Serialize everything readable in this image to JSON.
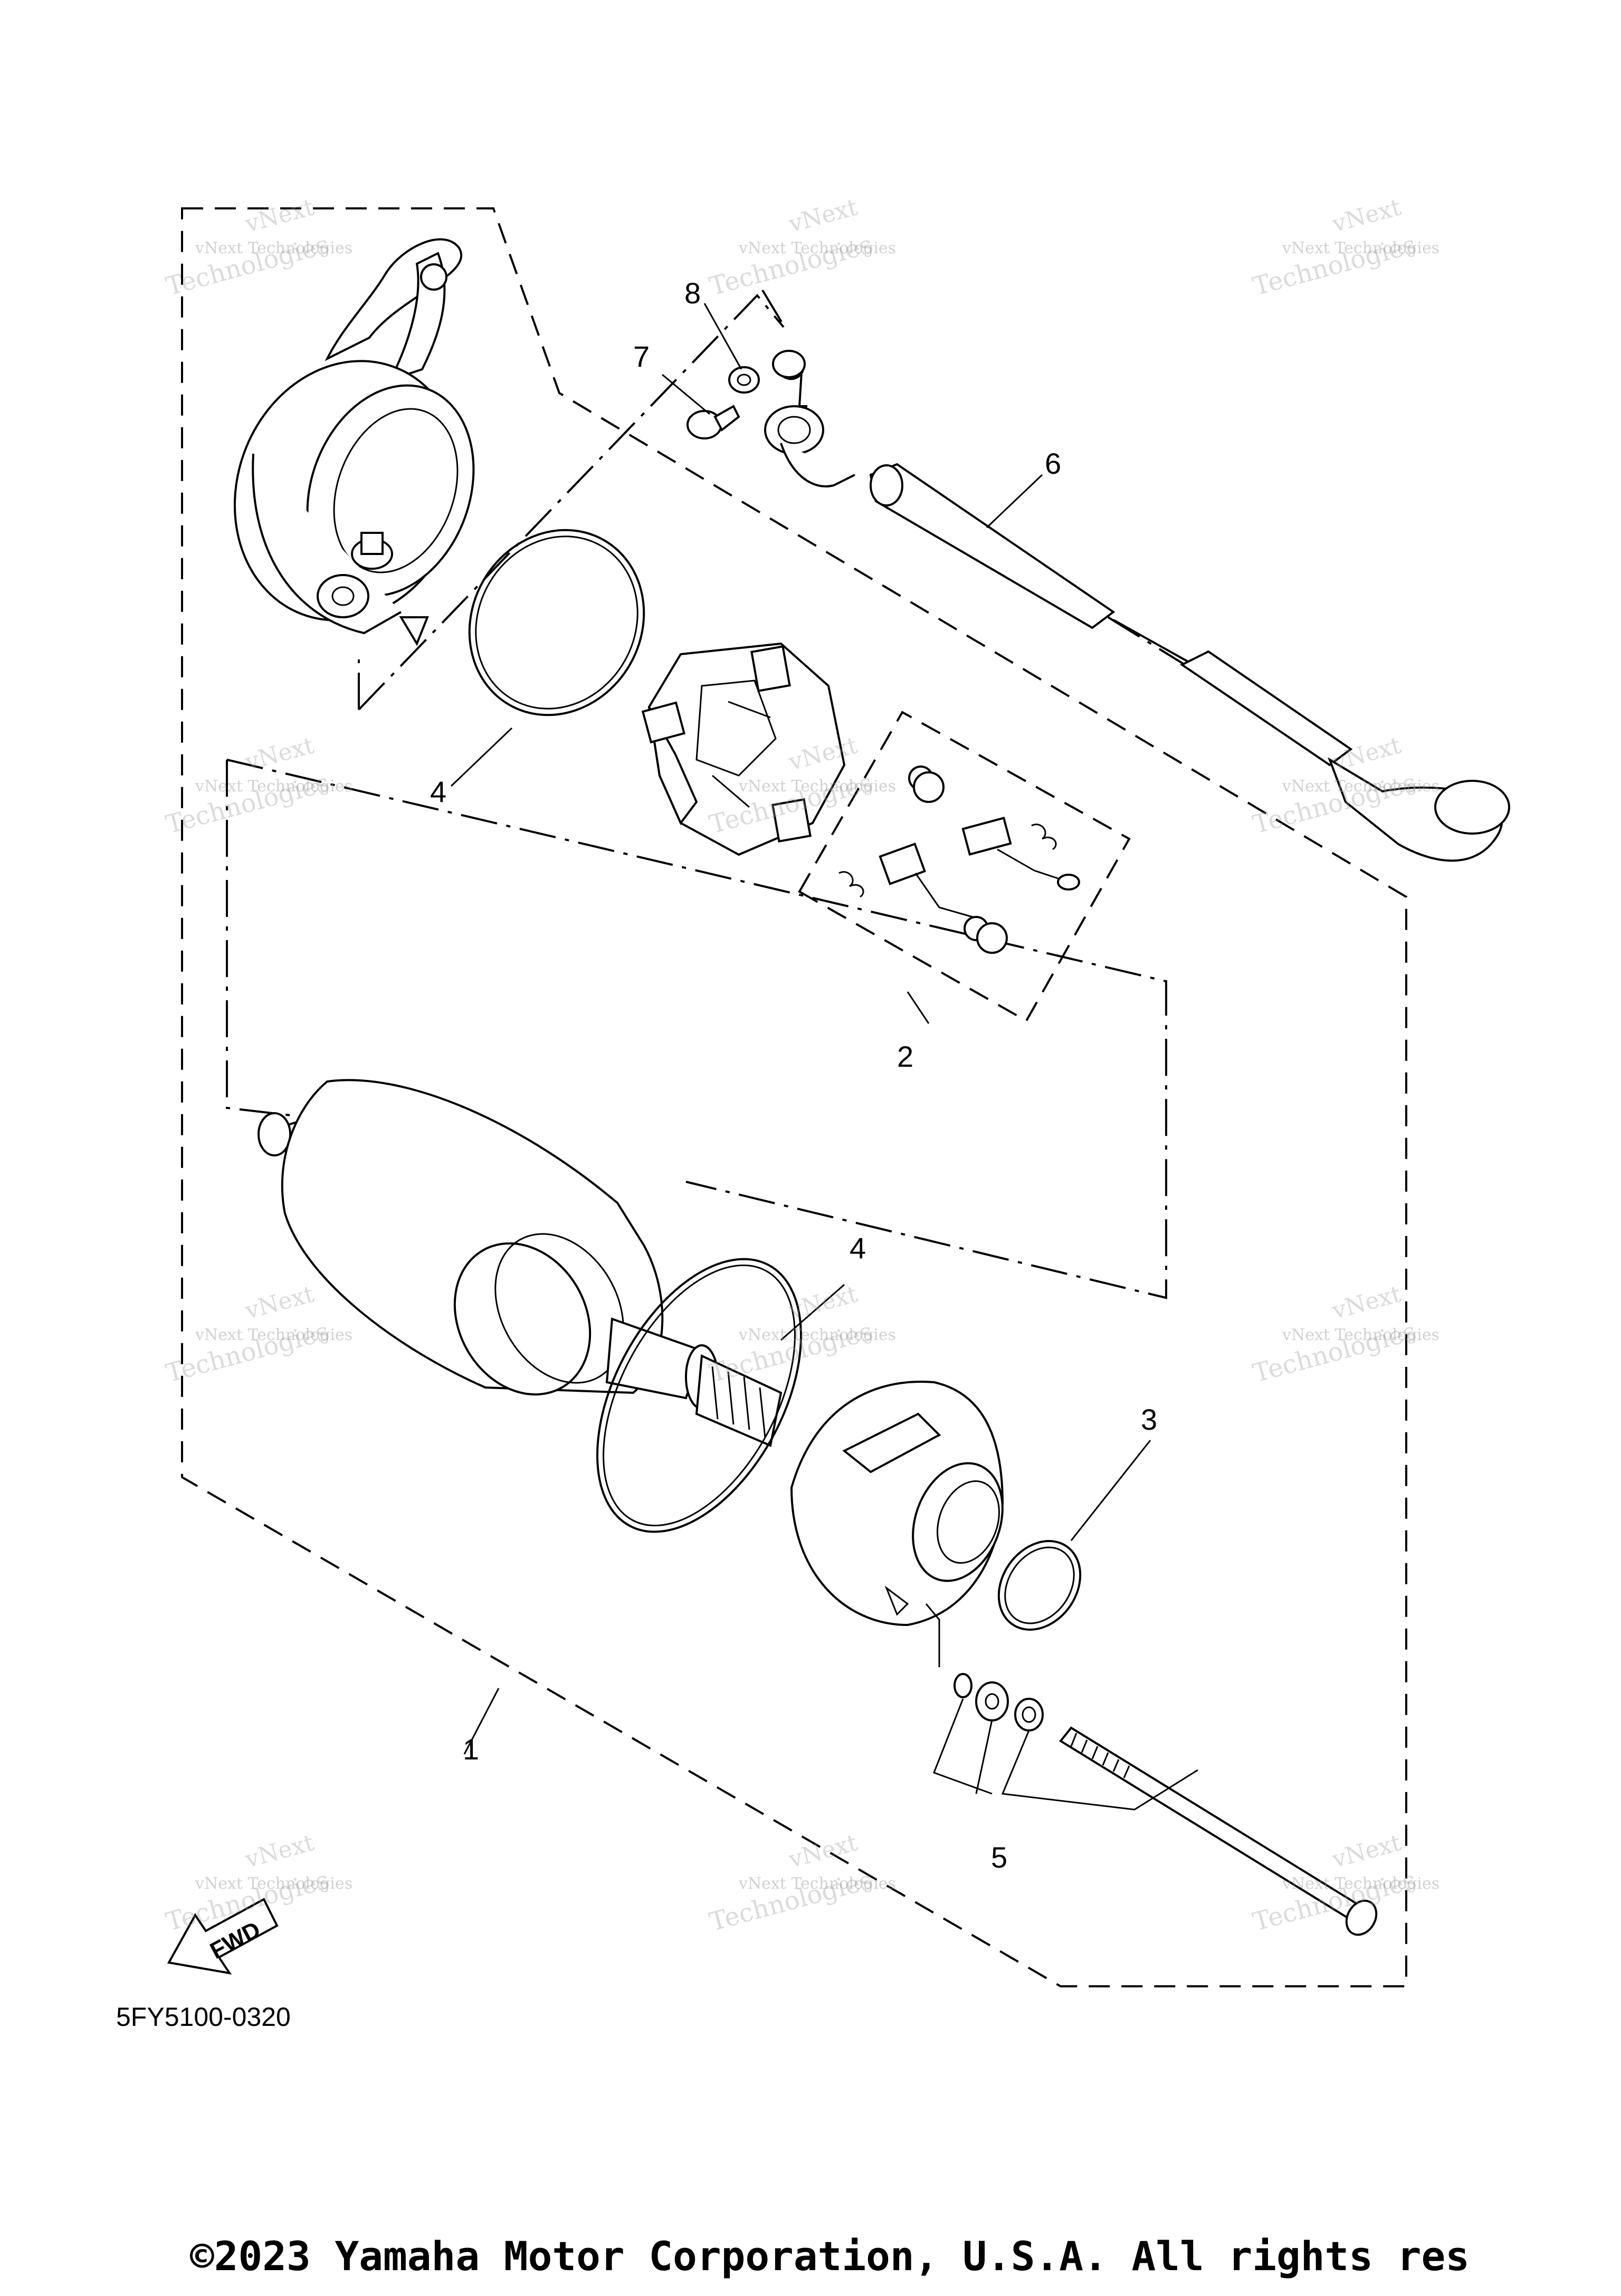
{
  "callouts": {
    "c1": "1",
    "c2": "2",
    "c3": "3",
    "c4a": "4",
    "c4b": "4",
    "c5": "5",
    "c6": "6",
    "c7": "7",
    "c8": "8"
  },
  "figure_number": "5FY5100-0320",
  "fwd_label": "FWD",
  "watermark": {
    "line1": "vNext Technologies",
    "big1": "vNext",
    "big2": "Technologies"
  },
  "copyright": "©2023 Yamaha Motor Corporation, U.S.A. All rights res"
}
